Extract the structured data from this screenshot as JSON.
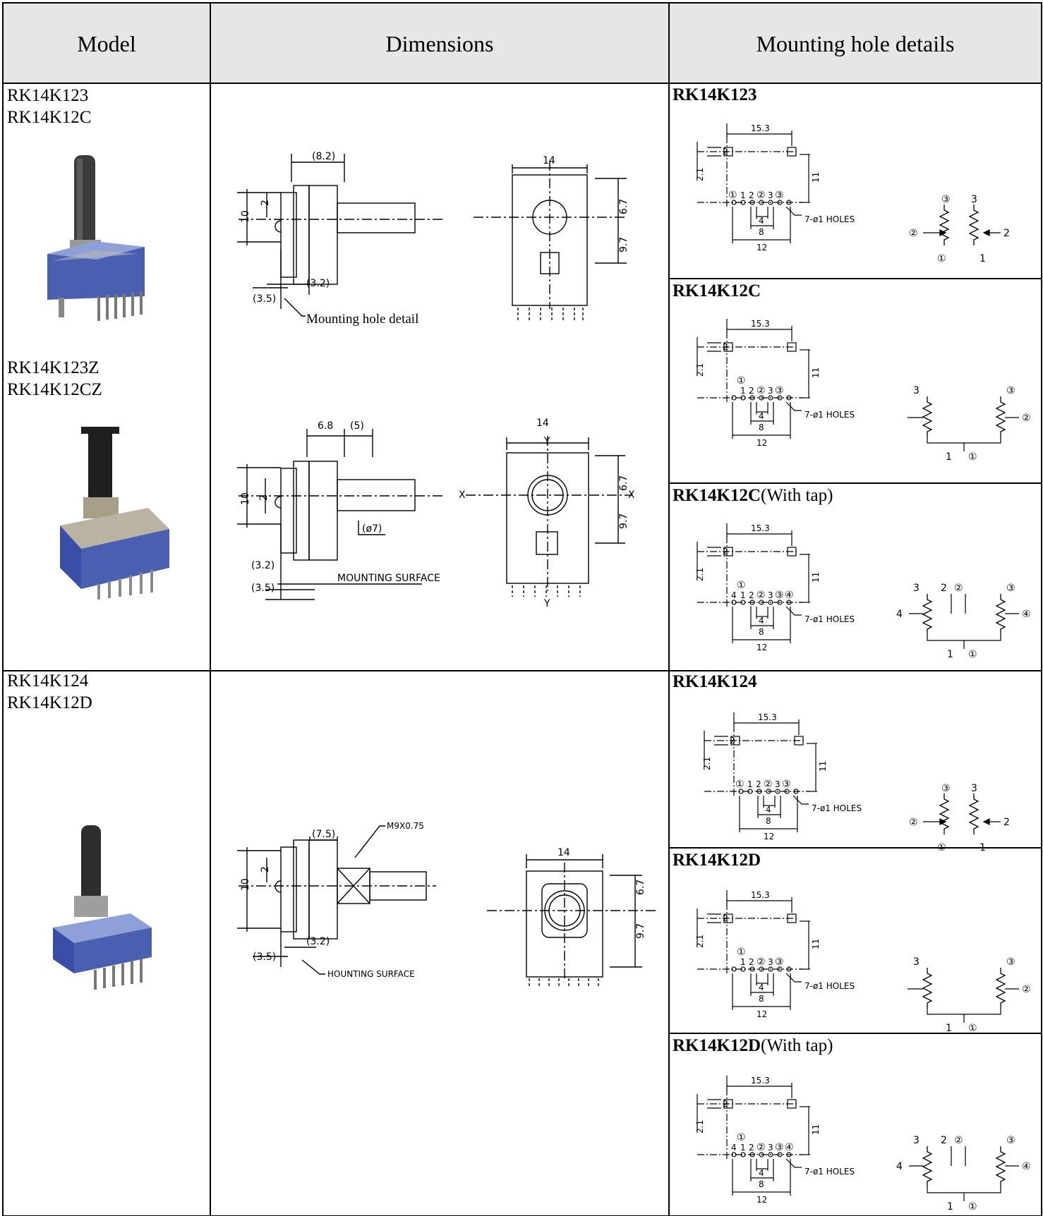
{
  "table": {
    "headers": [
      "Model",
      "Dimensions",
      "Mounting hole details"
    ]
  },
  "group1": {
    "models_a": [
      "RK14K123",
      "RK14K12C"
    ],
    "models_b": [
      "RK14K123Z",
      "RK14K12CZ"
    ],
    "dimA": {
      "dim_82": "(8.2)",
      "dim_2": "2",
      "dim_10": "10",
      "dim_32": "(3.2)",
      "dim_35": "(3.5)",
      "note": "Mounting hole detail",
      "front_14": "14",
      "front_67": "6.7",
      "front_97": "9.7"
    },
    "dimB": {
      "dim_68": "6.8",
      "dim_5": "(5)",
      "dim_2": "2",
      "dim_10": "10",
      "dim_o7": "(ø7)",
      "dim_32": "(3.2)",
      "dim_35": "(3.5)",
      "note": "MOUNTING SURFACE",
      "front_14": "14",
      "front_67": "6.7",
      "front_97": "9.7",
      "axis_x": "X",
      "axis_y": "Y"
    }
  },
  "group2": {
    "models": [
      "RK14K124",
      "RK14K12D"
    ],
    "dim": {
      "dim_75": "(7.5)",
      "thread": "M9X0.75",
      "dim_2": "2",
      "dim_10": "10",
      "dim_32": "(3.2)",
      "dim_35": "(3.5)",
      "note": "HOUNTING SURFACE",
      "front_14": "14",
      "front_67": "6.7",
      "front_97": "9.7"
    }
  },
  "mounting": [
    {
      "bold": "RK14K123",
      "suffix": ""
    },
    {
      "bold": "RK14K12C",
      "suffix": ""
    },
    {
      "bold": "RK14K12C",
      "suffix": "(With tap)"
    },
    {
      "bold": "RK14K124",
      "suffix": ""
    },
    {
      "bold": "RK14K12D",
      "suffix": ""
    },
    {
      "bold": "RK14K12D",
      "suffix": "(With tap)"
    }
  ],
  "hole": {
    "w153": "15.3",
    "d2": "2",
    "d21": "2.1",
    "d11": "11",
    "d4": "4",
    "d8": "8",
    "d12": "12",
    "holes": "7-ø1 HOLES",
    "circ1": "①",
    "circ2": "②",
    "circ3": "③",
    "circ4": "④",
    "n1": "1",
    "n2": "2",
    "n3": "3",
    "n4": "4"
  }
}
